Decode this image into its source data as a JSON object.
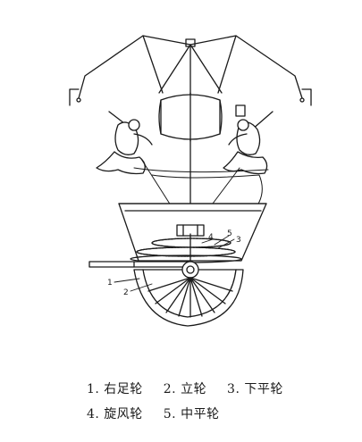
{
  "diagram": {
    "part_labels": [
      "1",
      "2",
      "3",
      "4",
      "5"
    ]
  },
  "legend": {
    "items": [
      "1.  右足轮",
      "2.  立轮",
      "3. 下平轮",
      "4.  旋风轮",
      "5.  中平轮"
    ]
  },
  "colors": {
    "ink": "#1a1a1a",
    "background": "#ffffff"
  }
}
